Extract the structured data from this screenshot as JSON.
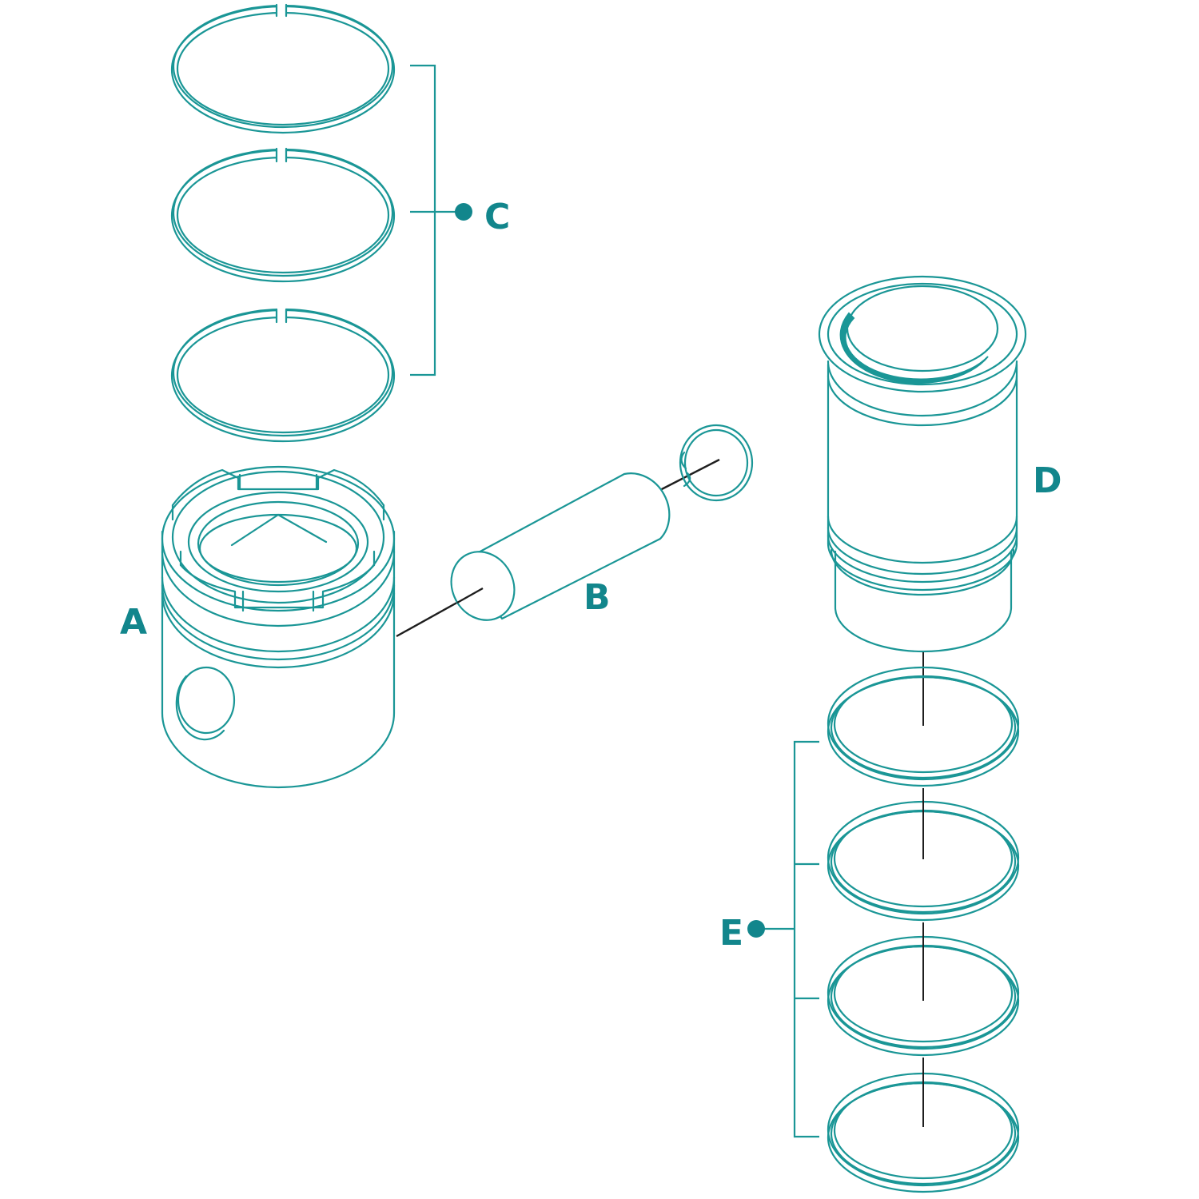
{
  "labels": {
    "piston": "A",
    "piston_pin": "B",
    "piston_rings": "C",
    "cylinder_liner": "D",
    "liner_seals": "E"
  },
  "colors": {
    "line": "#1a9696",
    "label": "#12868c",
    "axis": "#1e1e1e",
    "background": "#ffffff"
  }
}
